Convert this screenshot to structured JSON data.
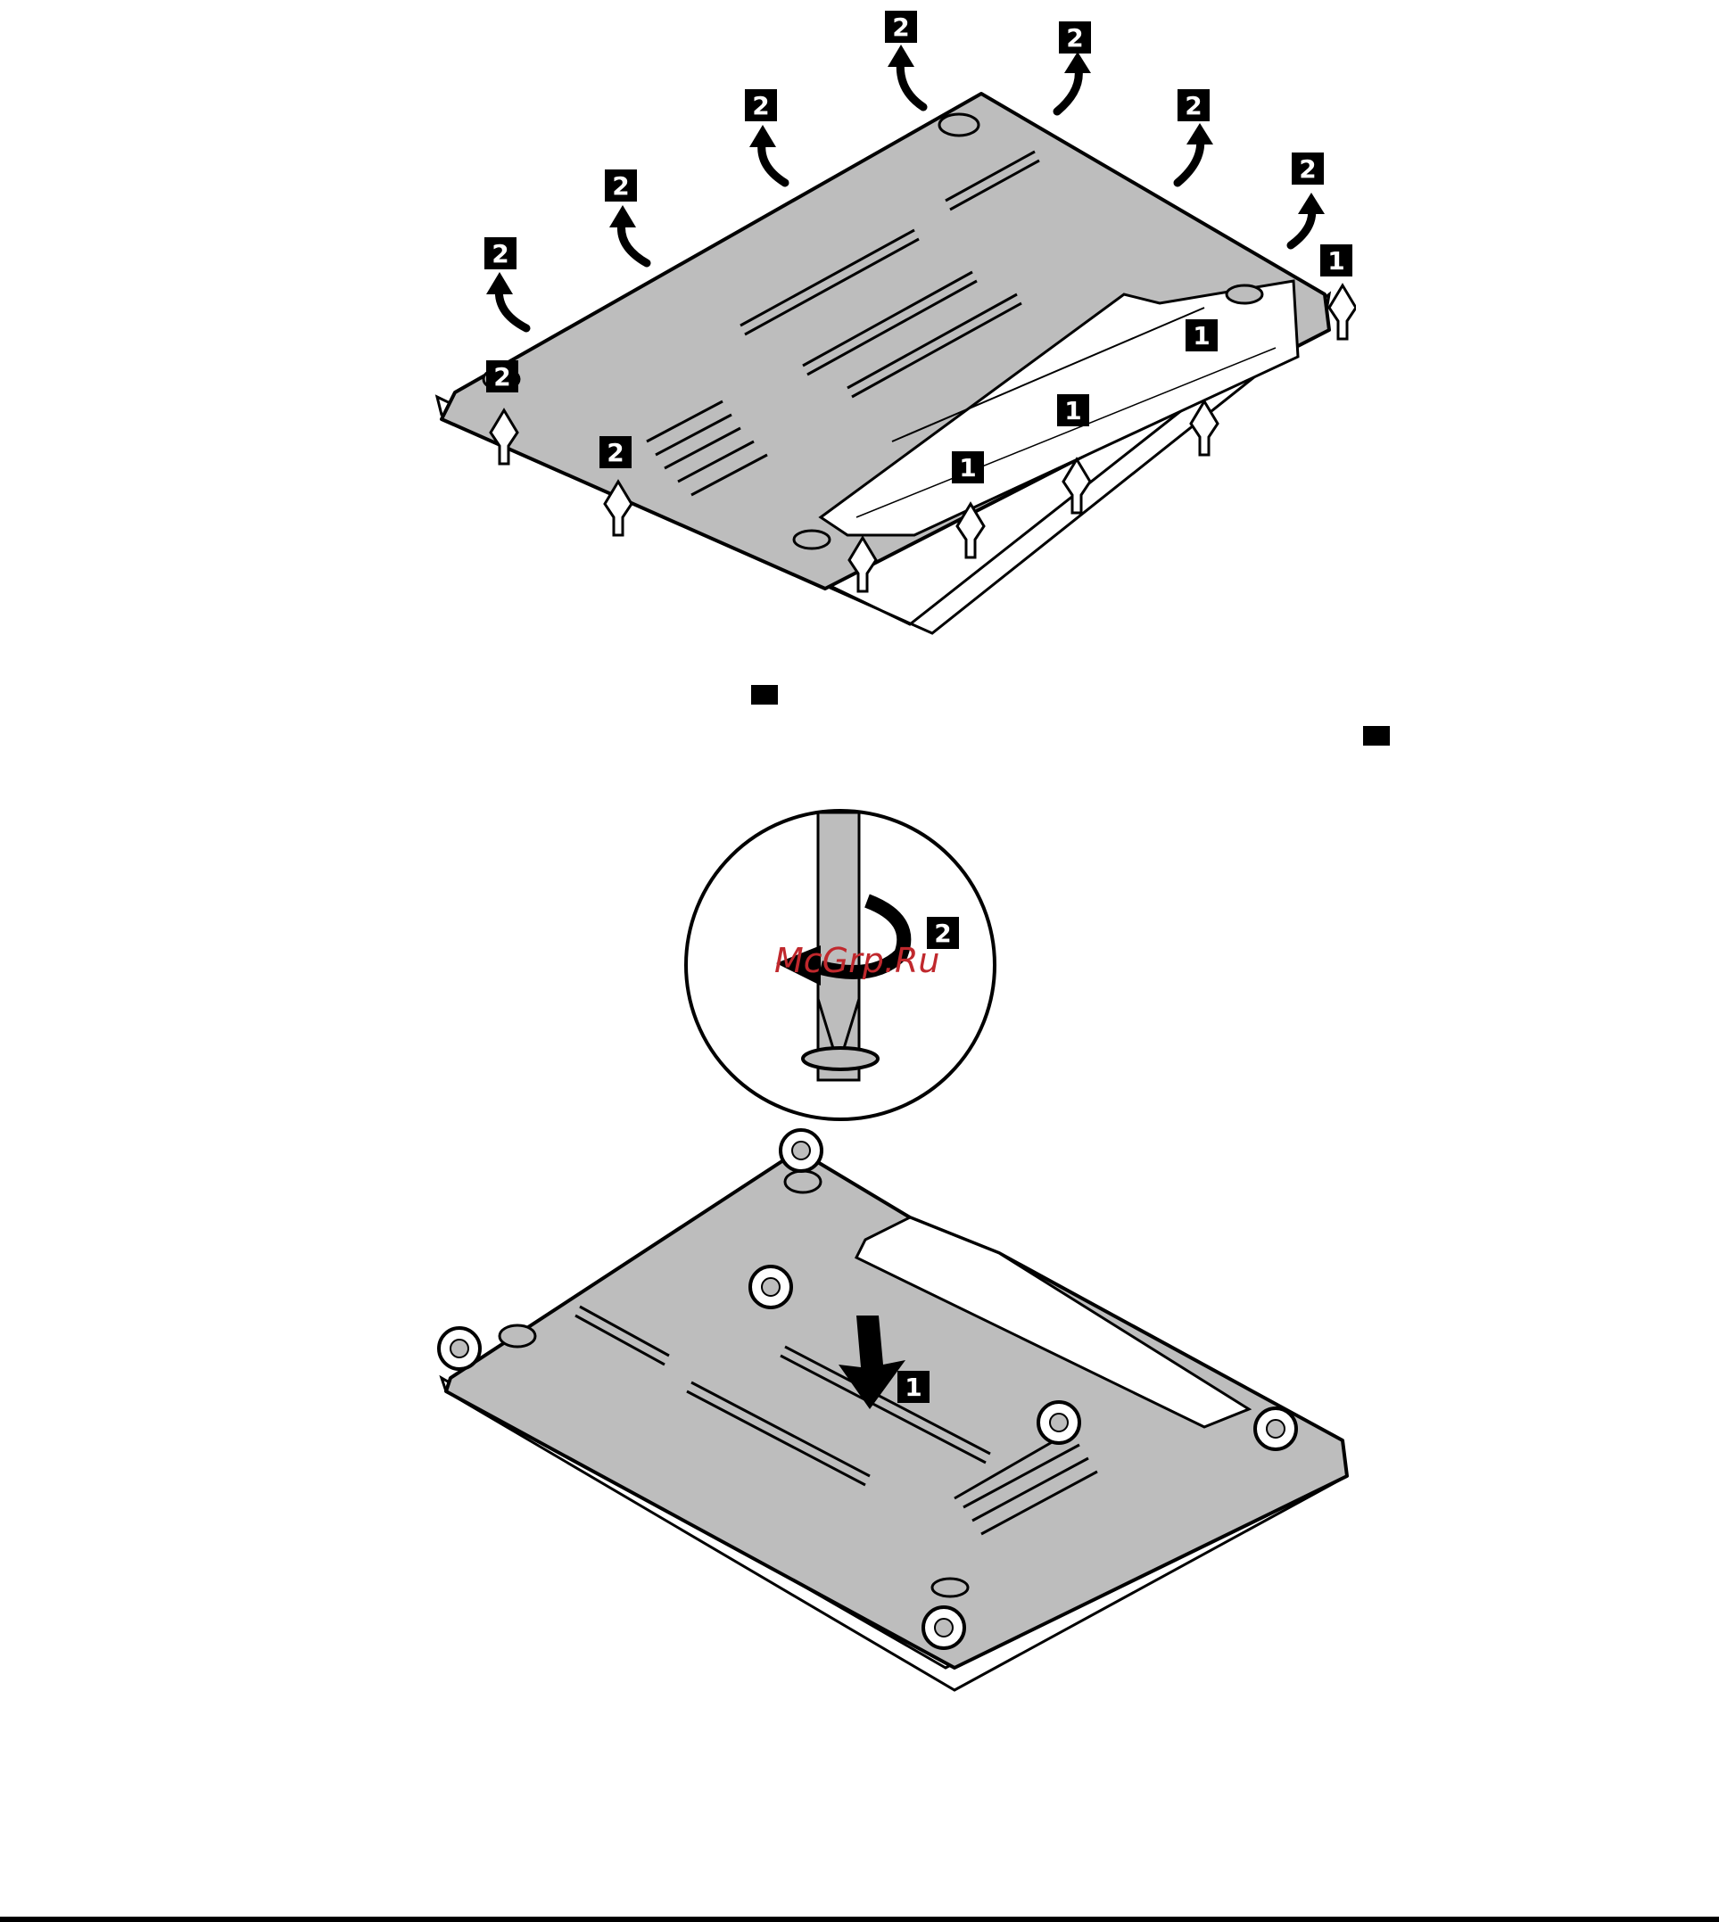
{
  "figures": [
    {
      "id": "remove-base-cover-release",
      "callouts_1": [
        "1",
        "1",
        "1",
        "1"
      ],
      "callouts_2": [
        "2",
        "2",
        "2",
        "2",
        "2",
        "2",
        "2",
        "2",
        "2"
      ]
    },
    {
      "id": "tighten-screws-install-base-cover",
      "callouts": [
        "1",
        "2"
      ]
    }
  ],
  "watermark": "McGrp.Ru",
  "icons": {
    "step_badge": "numbered-step-badge-icon",
    "lift_arrow": "curved-up-arrow-icon",
    "straight_arrow": "up-arrow-icon",
    "push_arrow": "down-arrow-icon",
    "rotate_arrow": "rotate-counterclockwise-icon",
    "screw_circle": "screw-highlight-icon",
    "text_marker": "black-square-marker-icon"
  },
  "colors": {
    "ink": "#000000",
    "cover_fill": "#bdbdbd",
    "panel_fill": "#ffffff",
    "watermark": "#c0282d"
  }
}
